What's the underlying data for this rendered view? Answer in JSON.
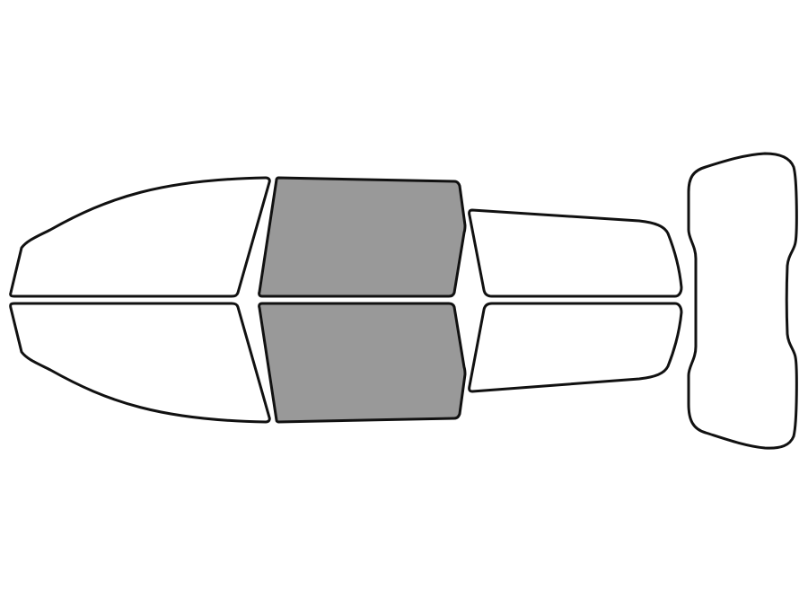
{
  "colors": {
    "background": "#ffffff",
    "outline": "#111111",
    "selected_fill": "#999999",
    "unselected_fill": "#ffffff"
  },
  "windows": [
    {
      "id": "front-windshield-upper",
      "selected": false
    },
    {
      "id": "front-windshield-lower",
      "selected": false
    },
    {
      "id": "front-door-window-upper",
      "selected": true
    },
    {
      "id": "front-door-window-lower",
      "selected": true
    },
    {
      "id": "rear-door-window-upper",
      "selected": false
    },
    {
      "id": "rear-door-window-lower",
      "selected": false
    },
    {
      "id": "rear-windshield",
      "selected": false
    }
  ]
}
